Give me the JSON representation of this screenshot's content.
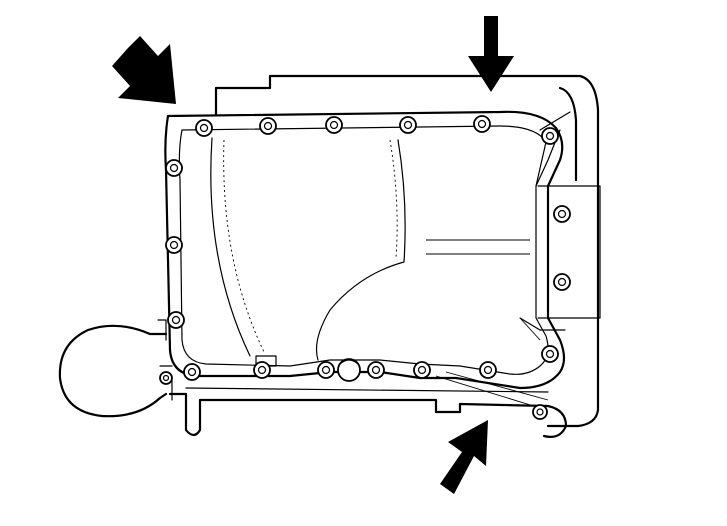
{
  "diagram": {
    "subject": "oil-pan",
    "colors": {
      "ink": "#000000",
      "paper": "#ffffff"
    },
    "icons": {
      "arrow": "arrow-icon",
      "bolt": "bolt-icon"
    },
    "bolt_count": 20,
    "arrow_count": 3
  }
}
